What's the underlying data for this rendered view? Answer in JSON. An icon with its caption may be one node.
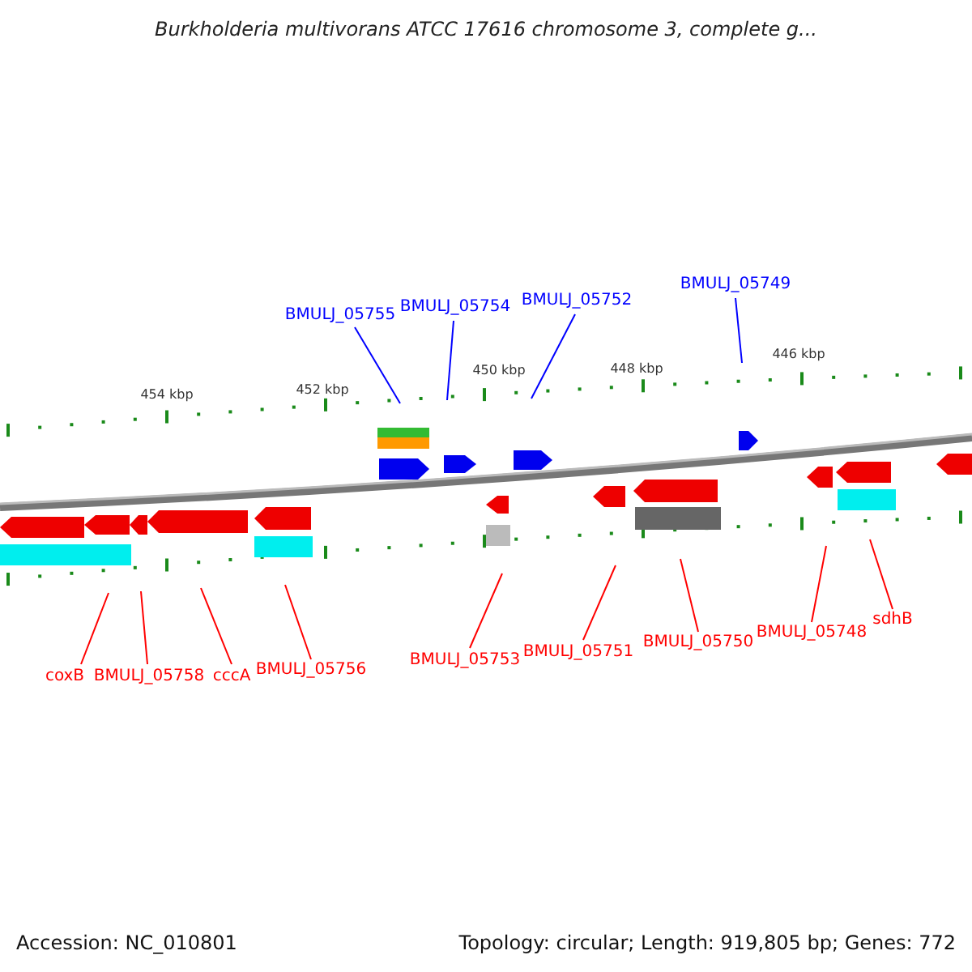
{
  "diagram": {
    "title": "Burkholderia multivorans ATCC 17616 chromosome 3, complete g...",
    "nodes": [
      {
        "text": [
          "BMULJ_05755"
        ]
      },
      {
        "text": [
          "BMULJ_05754"
        ]
      },
      {
        "text": [
          "BMULJ_05752"
        ]
      },
      {
        "text": [
          "BMULJ_05749"
        ]
      },
      {
        "text": [
          "coxB"
        ]
      },
      {
        "text": [
          "BMULJ_05758"
        ]
      },
      {
        "text": [
          "cccA"
        ]
      },
      {
        "text": [
          "BMULJ_05756"
        ]
      },
      {
        "text": [
          "BMULJ_05753"
        ]
      },
      {
        "text": [
          "BMULJ_05751"
        ]
      },
      {
        "text": [
          "BMULJ_05750"
        ]
      },
      {
        "text": [
          "BMULJ_05748"
        ]
      },
      {
        "text": [
          "sdhB"
        ]
      }
    ],
    "edges": [
      {
        "from": 0,
        "to": null,
        "arrow": "none",
        "color": "#0000ff"
      },
      {
        "from": 1,
        "to": null,
        "arrow": "none",
        "color": "#0000ff"
      },
      {
        "from": 2,
        "to": null,
        "arrow": "none",
        "color": "#0000ff"
      },
      {
        "from": 3,
        "to": null,
        "arrow": "none",
        "color": "#0000ff"
      },
      {
        "from": 4,
        "to": null,
        "arrow": "none"
      },
      {
        "from": 5,
        "to": null,
        "arrow": "none"
      },
      {
        "from": 6,
        "to": null,
        "arrow": "none"
      },
      {
        "from": 7,
        "to": null,
        "arrow": "none"
      },
      {
        "from": 8,
        "to": null,
        "arrow": "none"
      },
      {
        "from": 9,
        "to": null,
        "arrow": "none"
      },
      {
        "from": 10,
        "to": null,
        "arrow": "none"
      },
      {
        "from": 11,
        "to": null,
        "arrow": "none"
      },
      {
        "from": 12,
        "to": null,
        "arrow": "none"
      }
    ],
    "labels": [
      "454 kbp",
      "452 kbp",
      "450 kbp",
      "448 kbp",
      "446 kbp",
      "Accession: NC_010801",
      "Topology: circular; Length: 919,805 bp; Genes: 772"
    ]
  }
}
